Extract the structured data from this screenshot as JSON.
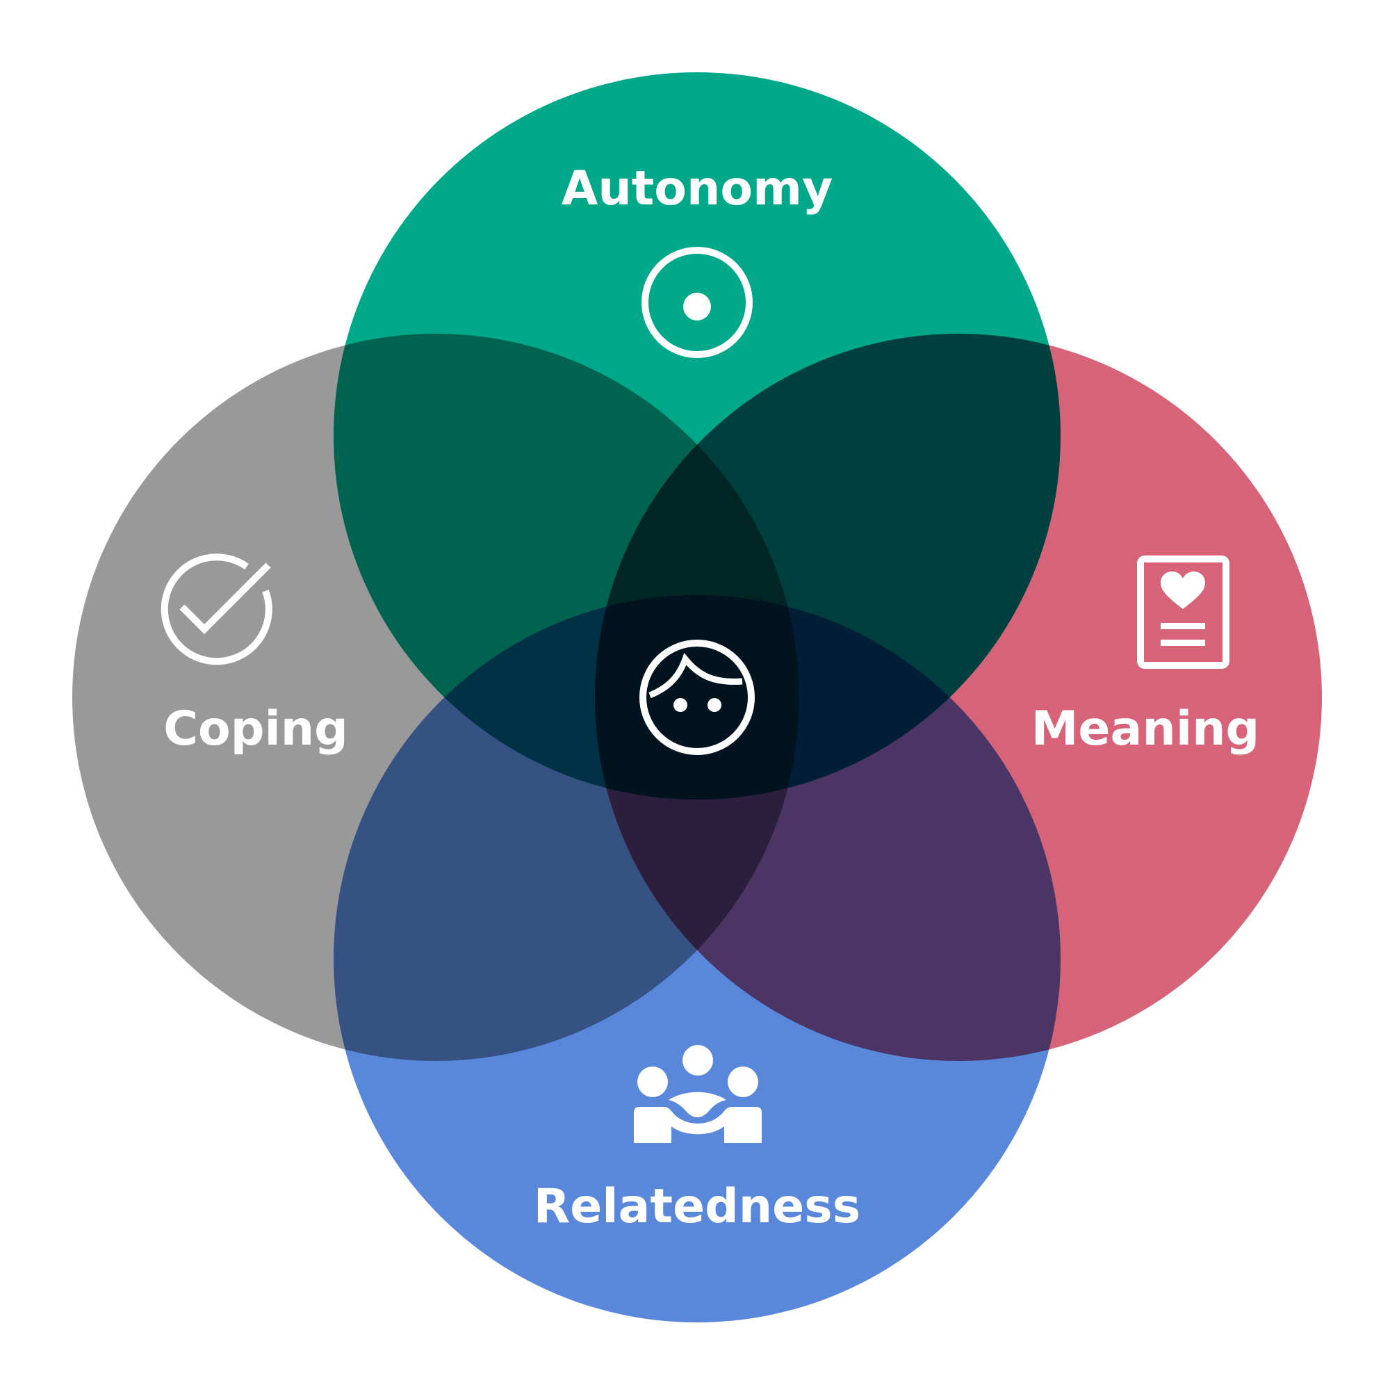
{
  "background": "#ffffff",
  "labels": {
    "autonomy": "Autonomy",
    "coping": "Coping",
    "meaning": "Meaning",
    "relatedness": "Relatedness"
  },
  "colors": {
    "autonomy": "#00a88a",
    "coping": "#999999",
    "meaning": "#d66377",
    "relatedness": "#5987da",
    "autonomy_coping": "#006350",
    "autonomy_meaning": "#003f40",
    "coping_relatedness": "#365283",
    "meaning_relatedness": "#4a3565",
    "autonomy_coping_relatedness": "#003144",
    "autonomy_meaning_relatedness": "#001f36",
    "autonomy_coping_meaning": "#002522",
    "coping_meaning_relatedness": "#2c1f3e",
    "center": "#00131f",
    "icon": "#ffffff",
    "label_text": "#ffffff"
  },
  "icons": {
    "autonomy": "target-icon",
    "coping": "check-circle-icon",
    "meaning": "document-heart-icon",
    "relatedness": "group-icon",
    "center": "face-icon"
  }
}
